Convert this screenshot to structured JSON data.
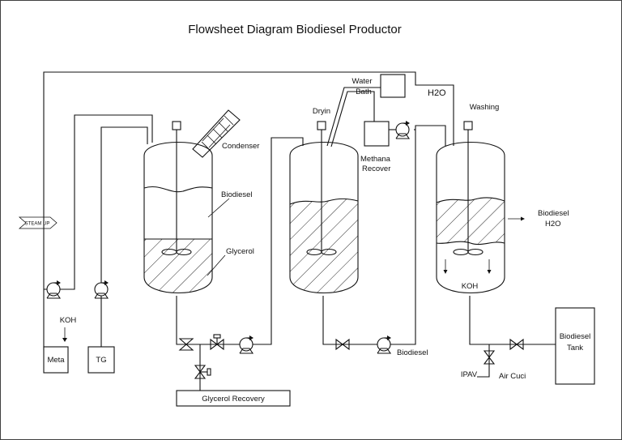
{
  "title": "Flowsheet Diagram Biodiesel Productor",
  "labels": {
    "steam_up": "STEAM UP",
    "koh_feed": "KOH",
    "meta": "Meta",
    "tg": "TG",
    "condenser": "Condenser",
    "biodiesel_r1": "Biodiesel",
    "glycerol": "Glycerol",
    "glycerol_recovery": "Glycerol Recovery",
    "dryin": "Dryin",
    "water_bath_1": "Water",
    "water_bath_2": "Bath",
    "h2o": "H2O",
    "methana_1": "Methana",
    "methana_2": "Recover",
    "biodiesel_out": "Biodiesel",
    "washing": "Washing",
    "biodiesel_h2o_1": "Biodiesel",
    "biodiesel_h2o_2": "H2O",
    "koh_wash": "KOH",
    "ipav": "IPAV",
    "air_cuci": "Air Cuci",
    "tank_1": "Biodiesel",
    "tank_2": "Tank"
  },
  "colors": {
    "line": "#111111",
    "background": "#ffffff"
  }
}
